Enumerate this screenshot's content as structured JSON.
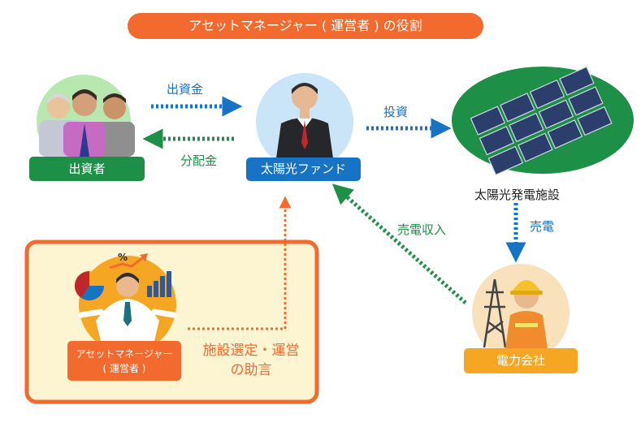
{
  "title": "アセットマネージャー ( 運営者 ) の役割",
  "nodes": {
    "investor": "出資者",
    "fund": "太陽光ファンド",
    "solar_facility": "太陽光発電施設",
    "power_company": "電力会社",
    "asset_manager_line1": "アセットマネージャー",
    "asset_manager_line2": "( 運営者 )"
  },
  "edges": {
    "investment": "出資金",
    "distribution": "分配金",
    "invest": "投資",
    "sell_power": "売電",
    "power_revenue": "売電収入",
    "advice_line1": "施設選定・運営",
    "advice_line2": "の助言"
  },
  "icons": {
    "percent": "%"
  },
  "colors": {
    "orange": "#f26a2e",
    "green": "#1e8f47",
    "blue": "#1773c3",
    "yellow": "#f5a623",
    "cream": "#fdf5d2"
  }
}
